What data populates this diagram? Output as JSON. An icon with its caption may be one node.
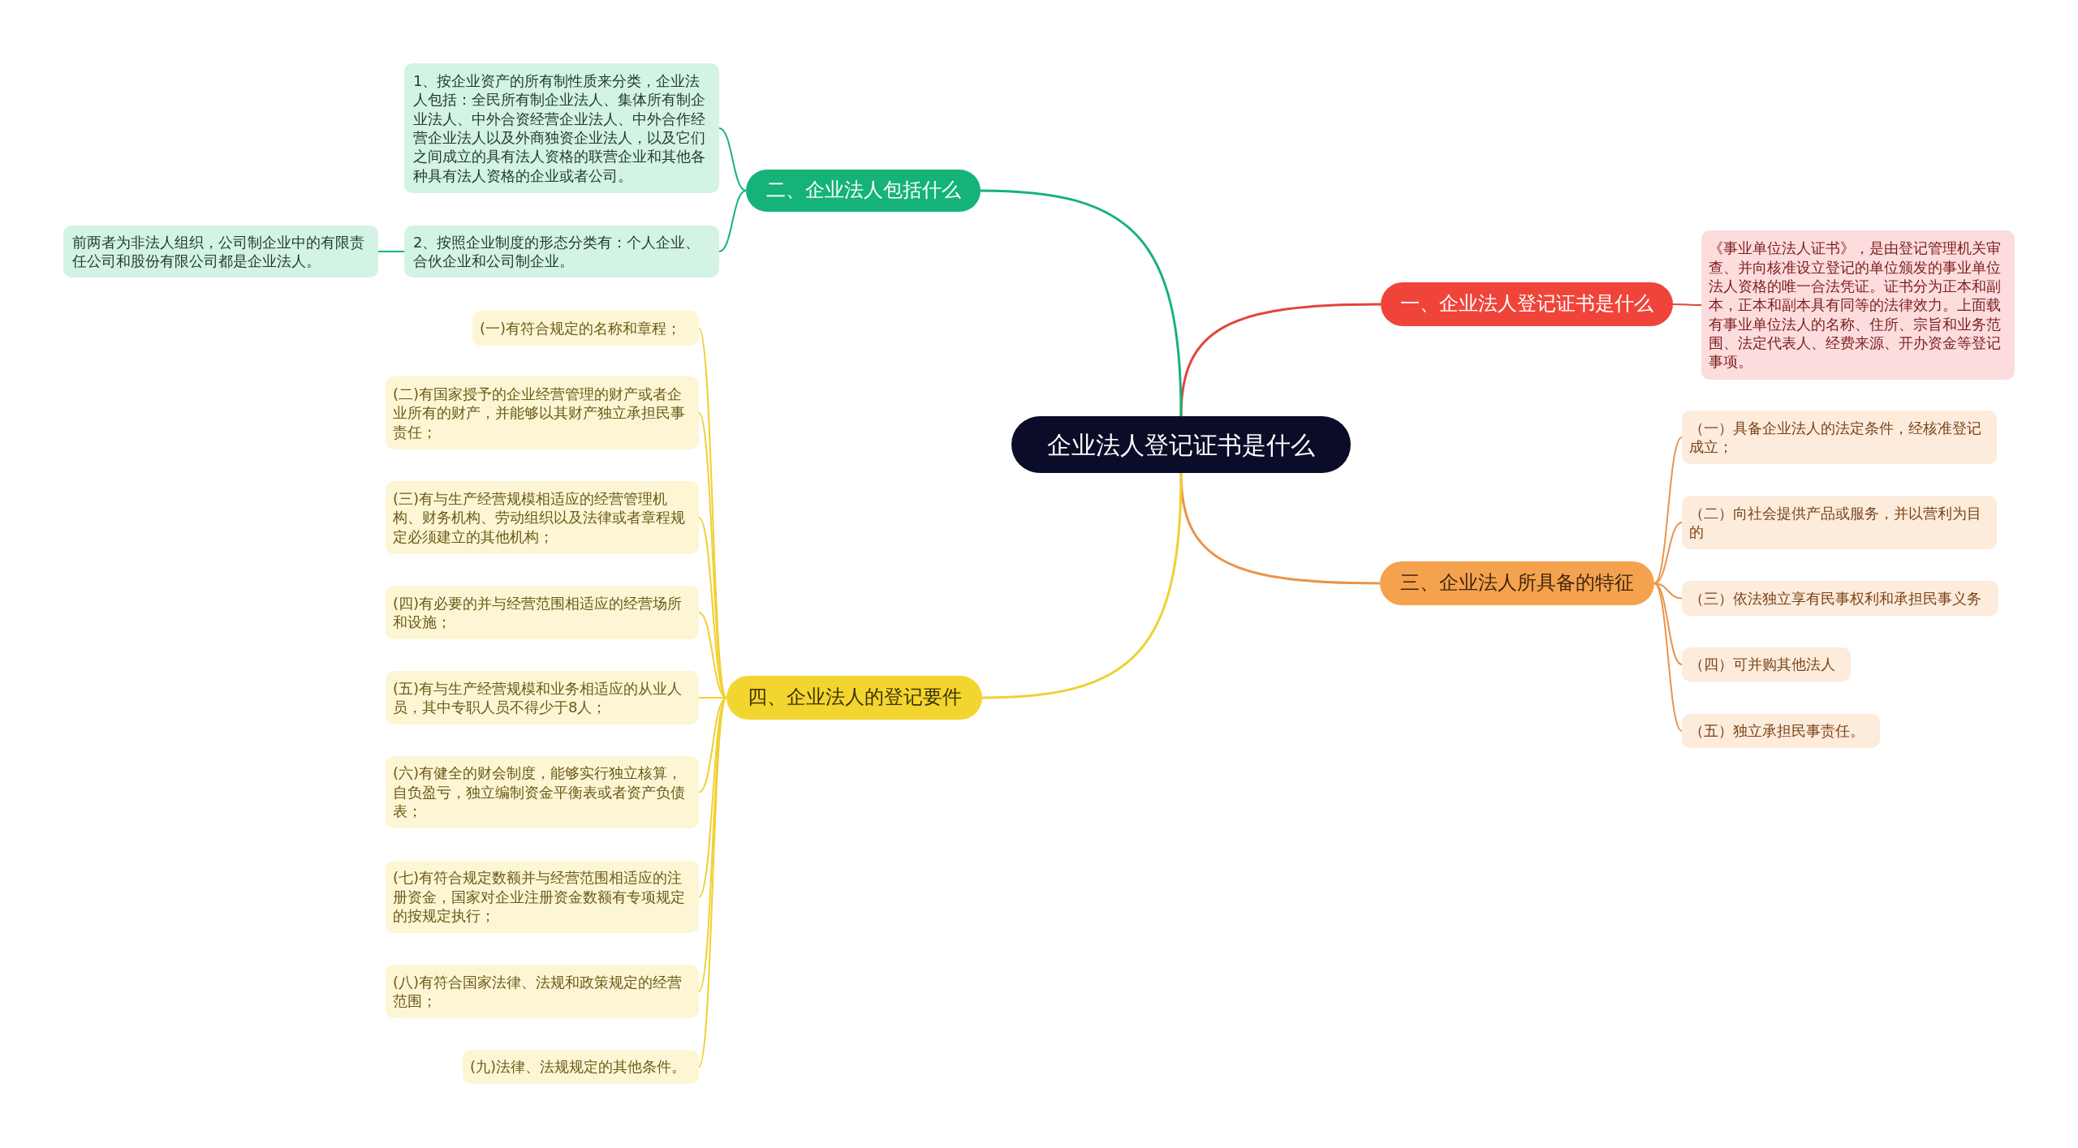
{
  "diagram": {
    "nodes": [
      {
        "text": [
          "企业法人登记证书是什么"
        ]
      },
      {
        "text": [
          "一、企业法人登记证书是什么"
        ]
      },
      {
        "text": [
          "《事业单位法人证书》，是由登记管理机关审查、并向核准设立登记的单位颁发的事业单位法人资格的唯一合法凭证。证书分为正本和副本，正本和副本具有同等的法律效力。上面载有事业单位法人的名称、住所、宗旨和业务范围、法定代表人、经费来源、开办资金等登记事项。"
        ]
      },
      {
        "text": [
          "二、企业法人包括什么"
        ]
      },
      {
        "text": [
          "1、按企业资产的所有制性质来分类，企业法人包括：全民所有制企业法人、集体所有制企业法人、中外合资经营企业法人、中外合作经营企业法人以及外商独资企业法人，以及它们之间成立的具有法人资格的联营企业和其他各种具有法人资格的企业或者公司。"
        ]
      },
      {
        "text": [
          "2、按照企业制度的形态分类有：个人企业、合伙企业和公司制企业。"
        ]
      },
      {
        "text": [
          "前两者为非法人组织，公司制企业中的有限责任公司和股份有限公司都是企业法人。"
        ]
      },
      {
        "text": [
          "三、企业法人所具备的特征"
        ]
      },
      {
        "text": [
          "（一）具备企业法人的法定条件，经核准登记成立；"
        ]
      },
      {
        "text": [
          "（二）向社会提供产品或服务，并以营利为目的"
        ]
      },
      {
        "text": [
          "（三）依法独立享有民事权利和承担民事义务"
        ]
      },
      {
        "text": [
          "（四）可并购其他法人"
        ]
      },
      {
        "text": [
          "（五）独立承担民事责任。"
        ]
      },
      {
        "text": [
          "四、企业法人的登记要件"
        ]
      },
      {
        "text": [
          "(一)有符合规定的名称和章程；"
        ]
      },
      {
        "text": [
          "(二)有国家授予的企业经营管理的财产或者企业所有的财产，并能够以其财产独立承担民事责任；"
        ]
      },
      {
        "text": [
          "(三)有与生产经营规模相适应的经营管理机构、财务机构、劳动组织以及法律或者章程规定必须建立的其他机构；"
        ]
      },
      {
        "text": [
          "(四)有必要的并与经营范围相适应的经营场所和设施；"
        ]
      },
      {
        "text": [
          "(五)有与生产经营规模和业务相适应的从业人员，其中专职人员不得少于8人；"
        ]
      },
      {
        "text": [
          "(六)有健全的财会制度，能够实行独立核算，自负盈亏，独立编制资金平衡表或者资产负债表；"
        ]
      },
      {
        "text": [
          "(七)有符合规定数额并与经营范围相适应的注册资金，国家对企业注册资金数额有专项规定的按规定执行；"
        ]
      },
      {
        "text": [
          "(八)有符合国家法律、法规和政策规定的经营范围；"
        ]
      },
      {
        "text": [
          "(九)法律、法规规定的其他条件。"
        ]
      }
    ],
    "edges": [
      {
        "from": 0,
        "to": 1,
        "arrow": "none",
        "color": "#e0463c"
      },
      {
        "from": 1,
        "to": 2,
        "arrow": "none",
        "color": "#e0463c"
      },
      {
        "from": 0,
        "to": 3,
        "arrow": "none",
        "color": "#17b27a"
      },
      {
        "from": 3,
        "to": 4,
        "arrow": "none",
        "color": "#17b27a"
      },
      {
        "from": 3,
        "to": 5,
        "arrow": "none",
        "color": "#17b27a"
      },
      {
        "from": 5,
        "to": 6,
        "arrow": "none",
        "color": "#17b27a"
      },
      {
        "from": 0,
        "to": 7,
        "arrow": "none",
        "color": "#e9944a"
      },
      {
        "from": 7,
        "to": 8,
        "arrow": "none",
        "color": "#e9944a"
      },
      {
        "from": 7,
        "to": 9,
        "arrow": "none",
        "color": "#e9944a"
      },
      {
        "from": 7,
        "to": 10,
        "arrow": "none",
        "color": "#e9944a"
      },
      {
        "from": 7,
        "to": 11,
        "arrow": "none",
        "color": "#e9944a"
      },
      {
        "from": 7,
        "to": 12,
        "arrow": "none",
        "color": "#e9944a"
      },
      {
        "from": 0,
        "to": 13,
        "arrow": "none"
      },
      {
        "from": 13,
        "to": 14,
        "arrow": "none"
      },
      {
        "from": 13,
        "to": 15,
        "arrow": "none"
      },
      {
        "from": 13,
        "to": 16,
        "arrow": "none"
      },
      {
        "from": 13,
        "to": 17,
        "arrow": "none"
      },
      {
        "from": 13,
        "to": 18,
        "arrow": "none"
      },
      {
        "from": 13,
        "to": 19,
        "arrow": "none"
      },
      {
        "from": 13,
        "to": 20,
        "arrow": "none"
      },
      {
        "from": 13,
        "to": 21,
        "arrow": "none"
      },
      {
        "from": 13,
        "to": 22,
        "arrow": "none"
      }
    ]
  }
}
